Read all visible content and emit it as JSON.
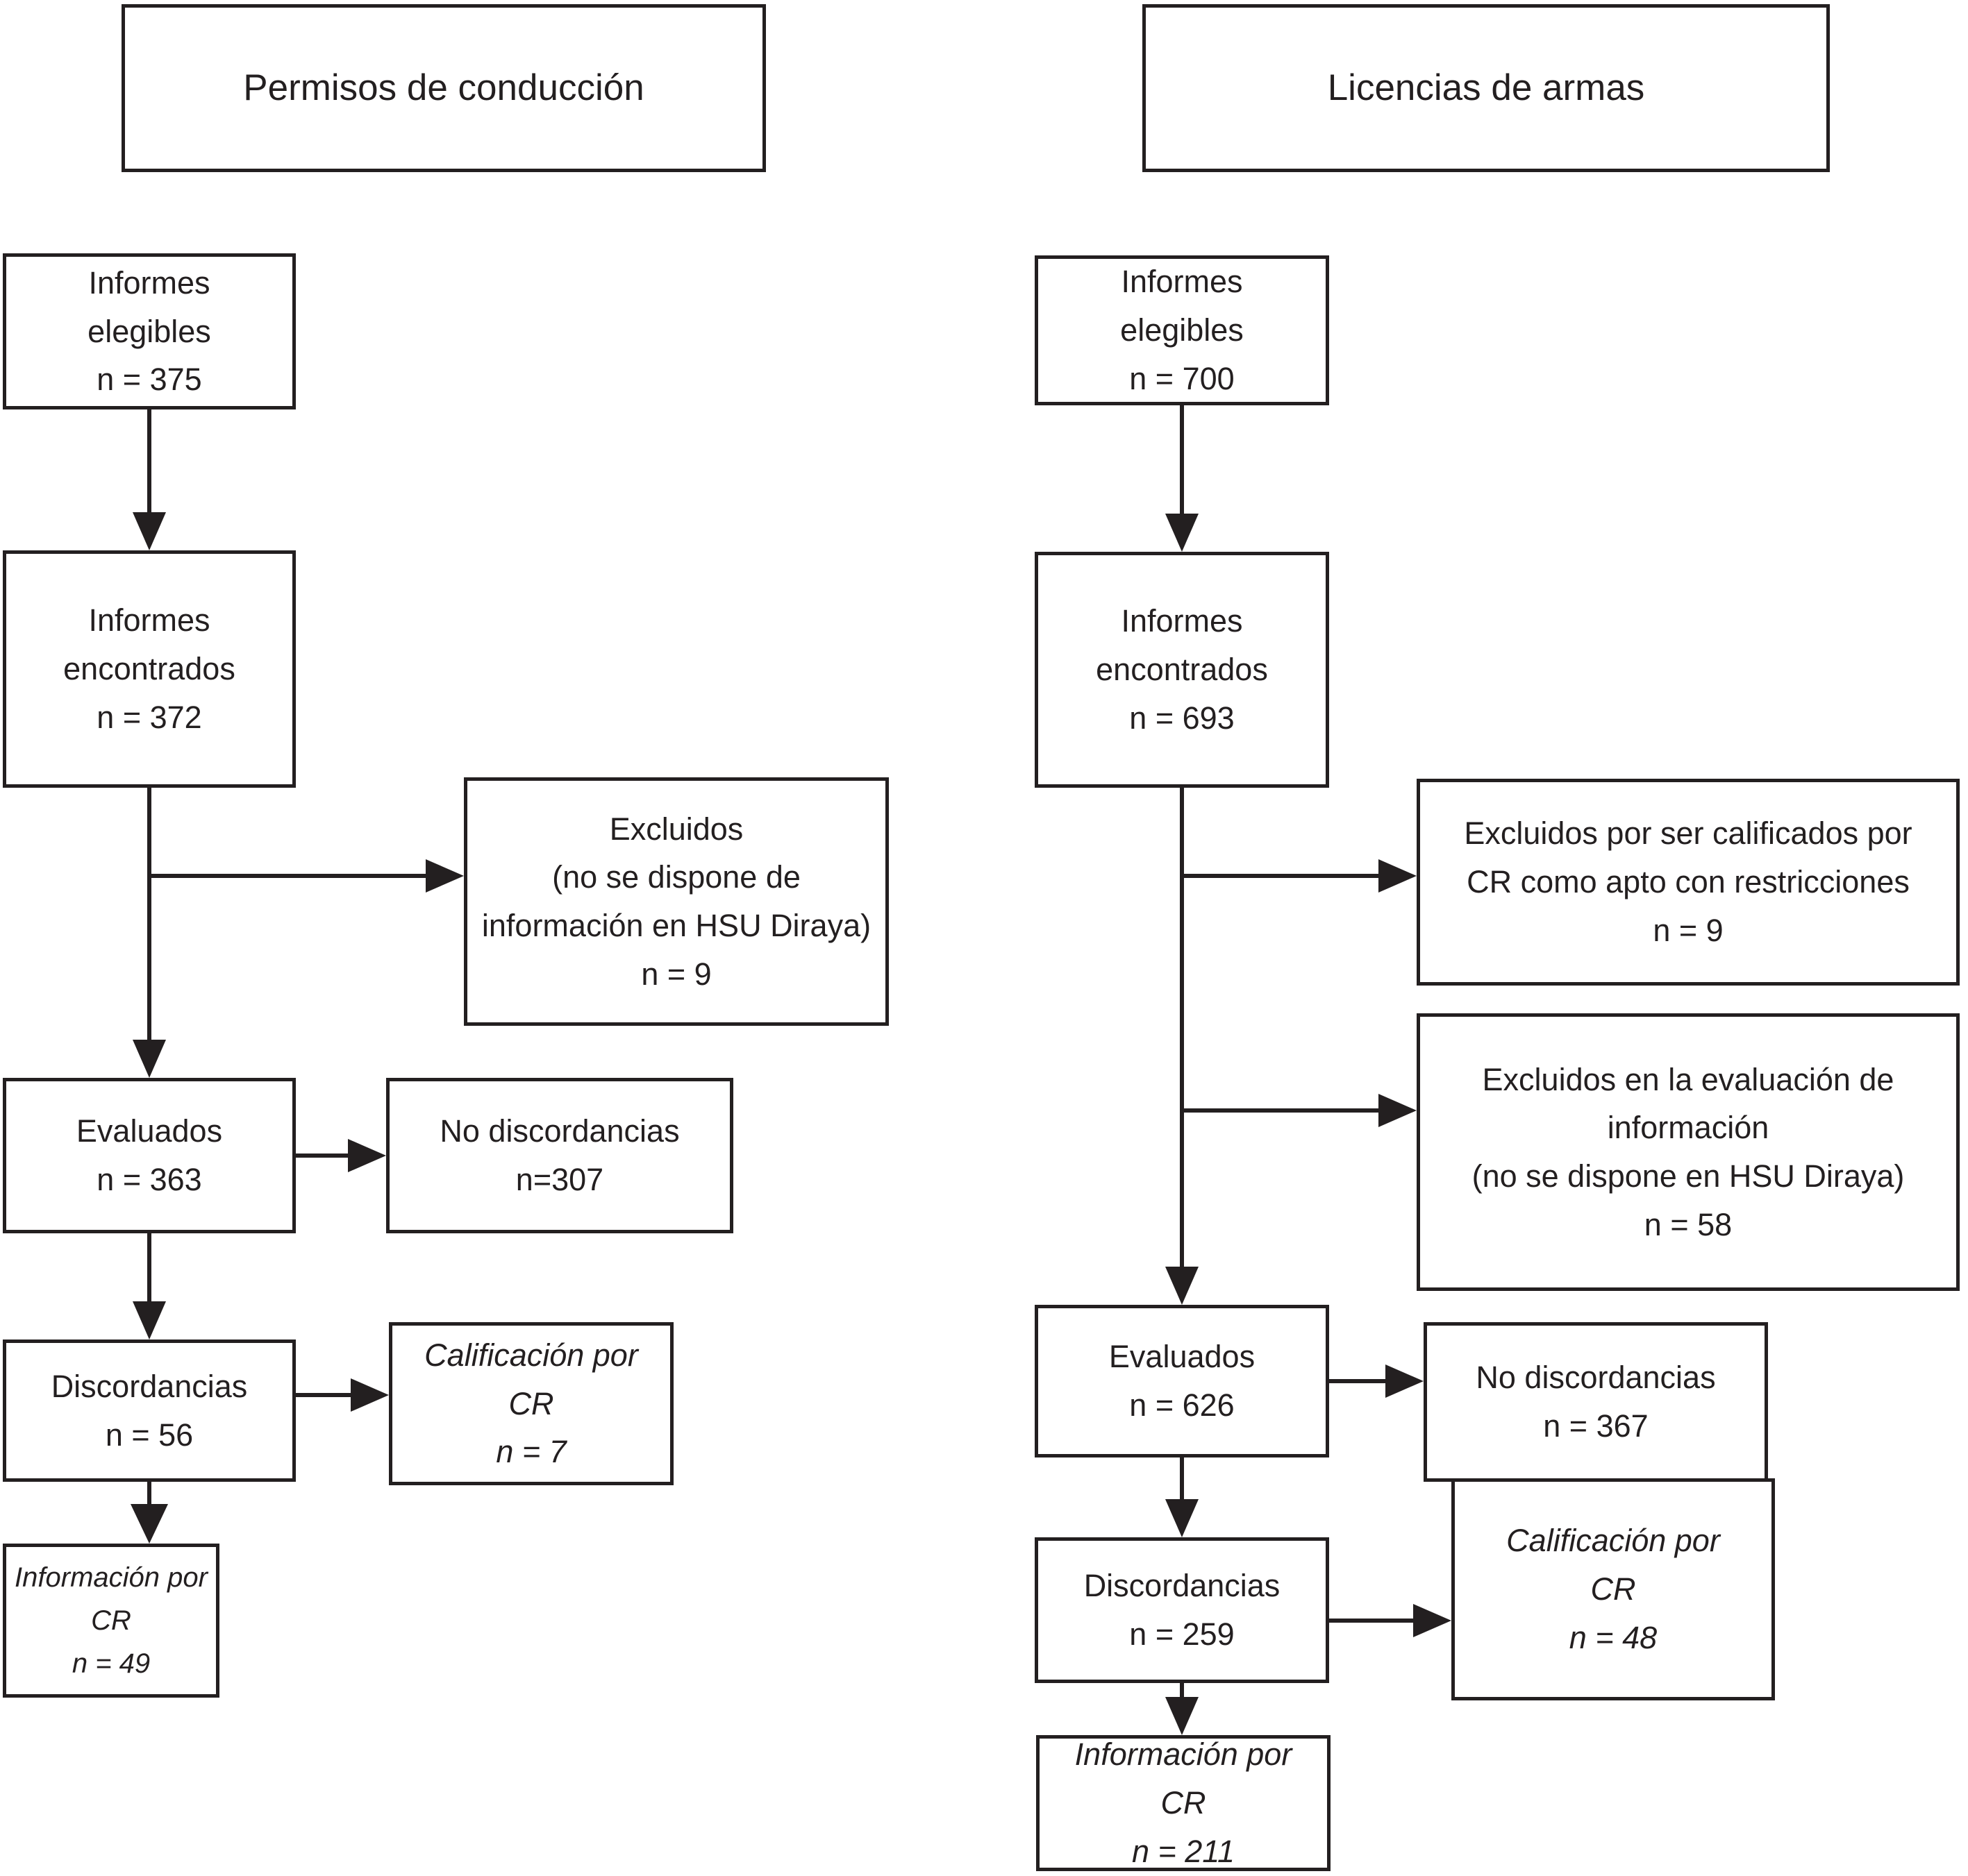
{
  "diagram": {
    "type": "flowchart",
    "background": "#ffffff",
    "line_color": "#231f20",
    "text_color": "#231f20",
    "columns": [
      {
        "id": "permisos",
        "title": "Permisos de conducción"
      },
      {
        "id": "licencias",
        "title": "Licencias de armas"
      }
    ]
  },
  "nodes": {
    "header_left": {
      "lines": [
        "Permisos de conducción"
      ]
    },
    "header_right": {
      "lines": [
        "Licencias de armas"
      ]
    },
    "a1": {
      "n": 375,
      "lines": [
        "Informes",
        "elegibles",
        "n = 375"
      ]
    },
    "a2": {
      "n": 372,
      "lines": [
        "Informes",
        "encontrados",
        "n = 372"
      ]
    },
    "excl_left": {
      "n": 9,
      "lines": [
        "Excluidos",
        "(no se dispone de",
        "información en HSU Diraya)",
        "n = 9"
      ]
    },
    "a3": {
      "n": 363,
      "lines": [
        "Evaluados",
        "n = 363"
      ]
    },
    "nodisc_left": {
      "n": 307,
      "lines": [
        "No discordancias",
        "n=307"
      ]
    },
    "a4": {
      "n": 56,
      "lines": [
        "Discordancias",
        "n = 56"
      ]
    },
    "calif_left": {
      "n": 7,
      "lines": [
        "Calificación por",
        "CR",
        "n = 7"
      ]
    },
    "a5": {
      "n": 49,
      "lines": [
        "Información por",
        "CR",
        "n = 49"
      ]
    },
    "b1": {
      "n": 700,
      "lines": [
        "Informes",
        "elegibles",
        "n = 700"
      ]
    },
    "b2": {
      "n": 693,
      "lines": [
        "Informes",
        "encontrados",
        "n = 693"
      ]
    },
    "excl_right1": {
      "n": 9,
      "lines": [
        "Excluidos por ser calificados por",
        "CR como apto con restricciones",
        "n = 9"
      ]
    },
    "excl_right2": {
      "n": 58,
      "lines": [
        "Excluidos en la evaluación de",
        "información",
        "(no se dispone en HSU Diraya)",
        "n = 58"
      ]
    },
    "b3": {
      "n": 626,
      "lines": [
        "Evaluados",
        "n = 626"
      ]
    },
    "nodisc_right": {
      "n": 367,
      "lines": [
        "No discordancias",
        "n = 367"
      ]
    },
    "b4": {
      "n": 259,
      "lines": [
        "Discordancias",
        "n = 259"
      ]
    },
    "calif_right": {
      "n": 48,
      "lines": [
        "Calificación por",
        "CR",
        "n = 48"
      ]
    },
    "b5": {
      "n": 211,
      "lines": [
        "Información por",
        "CR",
        "n = 211"
      ]
    }
  },
  "edges": [
    {
      "from": "a1",
      "to": "a2"
    },
    {
      "from": "a2",
      "to": "excl_left"
    },
    {
      "from": "a2",
      "to": "a3"
    },
    {
      "from": "a3",
      "to": "nodisc_left"
    },
    {
      "from": "a3",
      "to": "a4"
    },
    {
      "from": "a4",
      "to": "calif_left"
    },
    {
      "from": "a4",
      "to": "a5"
    },
    {
      "from": "b1",
      "to": "b2"
    },
    {
      "from": "b2",
      "to": "excl_right1"
    },
    {
      "from": "b2",
      "to": "excl_right2"
    },
    {
      "from": "b2",
      "to": "b3"
    },
    {
      "from": "b3",
      "to": "nodisc_right"
    },
    {
      "from": "b3",
      "to": "b4"
    },
    {
      "from": "b4",
      "to": "calif_right"
    },
    {
      "from": "b4",
      "to": "b5"
    }
  ]
}
